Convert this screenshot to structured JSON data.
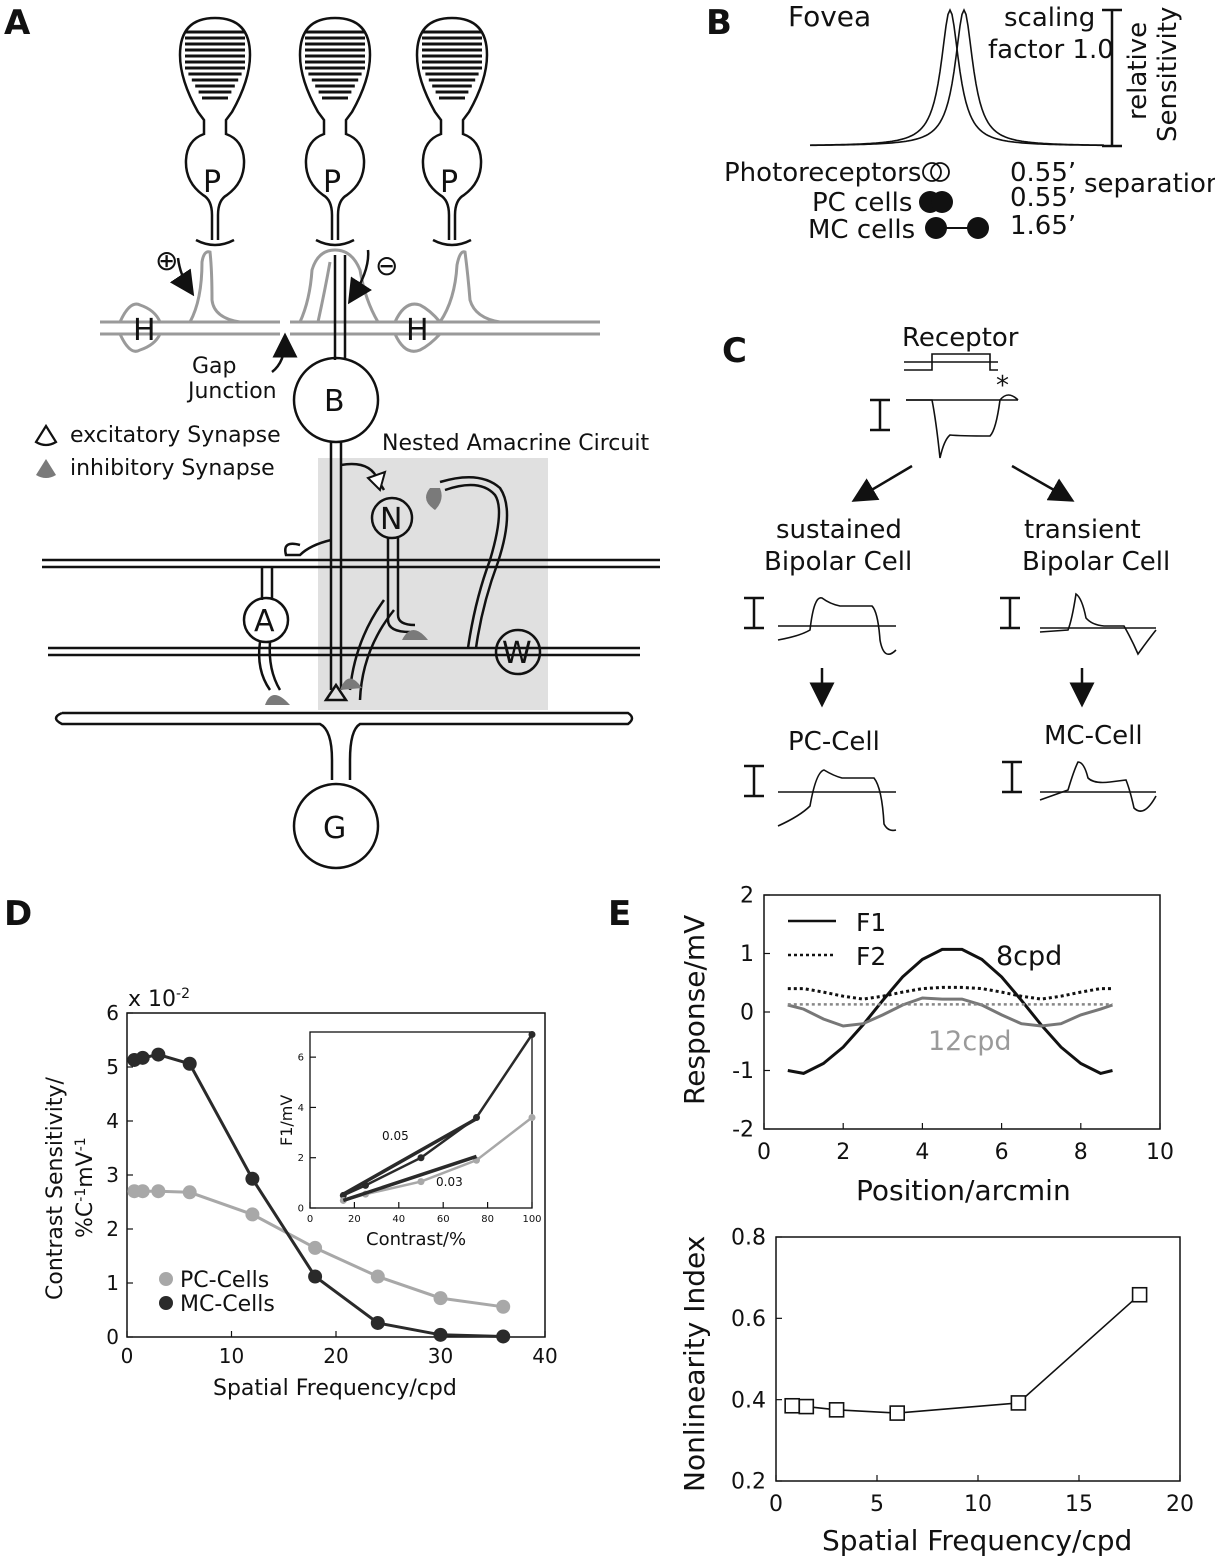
{
  "panels": {
    "a": "A",
    "b": "B",
    "c": "C",
    "d": "D",
    "e": "E"
  },
  "panel_a": {
    "cells": {
      "p": "P",
      "h": "H",
      "b": "B",
      "n": "N",
      "a": "A",
      "w": "W",
      "g": "G"
    },
    "plus_sign": "⊕",
    "minus_sign": "⊖",
    "gap_junction_1": "Gap",
    "gap_junction_2": "Junction",
    "legend_excitatory": "excitatory Synapse",
    "legend_inhibitory": "inhibitory Synapse",
    "nested_circuit": "Nested Amacrine Circuit",
    "colors": {
      "circuit_box": "#e0e0e0",
      "horizontal_cell": "#9a9a9a",
      "inhibitory": "#7a7a7a"
    }
  },
  "panel_b": {
    "title": "Fovea",
    "scaling_1": "scaling",
    "scaling_2": "factor 1.0",
    "axis_1": "relative",
    "axis_2": "Sensitivity",
    "rows": [
      {
        "label": "Photoreceptors",
        "value": "0.55’"
      },
      {
        "label": "PC cells",
        "value": "0.55’"
      },
      {
        "label": "MC cells",
        "value": "1.65’"
      }
    ],
    "separation": "separation"
  },
  "panel_c": {
    "receptor": "Receptor",
    "asterisk": "*",
    "sustained_1": "sustained",
    "sustained_2": "Bipolar Cell",
    "transient_1": "transient",
    "transient_2": "Bipolar Cell",
    "pc_cell": "PC-Cell",
    "mc_cell": "MC-Cell"
  },
  "chart_data": [
    {
      "id": "d-main",
      "type": "line",
      "xlabel": "Spatial Frequency/cpd",
      "ylabel_1": "Contrast Sensitivity/",
      "ylabel_2": "%C",
      "ylabel_2_sup": "-1",
      "ylabel_2_mid": "mV",
      "ylabel_2_sup2": "-1",
      "multiplier": "x 10",
      "multiplier_sup": "-2",
      "xlim": [
        0,
        40
      ],
      "ylim": [
        0,
        6
      ],
      "xticks": [
        "0",
        "10",
        "20",
        "30",
        "40"
      ],
      "yticks": [
        "0",
        "1",
        "2",
        "3",
        "4",
        "5",
        "6"
      ],
      "series": [
        {
          "name": "PC-Cells",
          "color": "#a8a8a8",
          "x": [
            0.7,
            1.5,
            3,
            6,
            12,
            18,
            24,
            30,
            36
          ],
          "y": [
            2.7,
            2.7,
            2.7,
            2.68,
            2.27,
            1.65,
            1.12,
            0.72,
            0.56
          ]
        },
        {
          "name": "MC-Cells",
          "color": "#2a2a2a",
          "x": [
            0.7,
            1.5,
            3,
            6,
            12,
            18,
            24,
            30,
            36
          ],
          "y": [
            5.13,
            5.17,
            5.23,
            5.06,
            2.93,
            1.12,
            0.26,
            0.04,
            0.01
          ]
        }
      ]
    },
    {
      "id": "d-inset",
      "type": "line",
      "xlabel": "Contrast/%",
      "ylabel": "F1/mV",
      "xlim": [
        0,
        100
      ],
      "ylim": [
        0,
        7
      ],
      "xticks": [
        "0",
        "20",
        "40",
        "60",
        "80",
        "100"
      ],
      "yticks": [
        "0",
        "2",
        "4",
        "6"
      ],
      "annotations": [
        "0.05",
        "0.03"
      ],
      "series": [
        {
          "color": "#2a2a2a",
          "x": [
            15,
            25,
            50,
            75,
            100
          ],
          "y": [
            0.5,
            0.9,
            2.0,
            3.6,
            6.9
          ]
        },
        {
          "color": "#a8a8a8",
          "x": [
            15,
            25,
            50,
            75,
            100
          ],
          "y": [
            0.3,
            0.55,
            1.05,
            1.9,
            3.6
          ]
        }
      ],
      "fits": [
        {
          "color": "#2a2a2a",
          "x": [
            15,
            75
          ],
          "y": [
            0.55,
            3.55
          ]
        },
        {
          "color": "#2a2a2a",
          "x": [
            15,
            75
          ],
          "y": [
            0.3,
            2.05
          ]
        }
      ]
    },
    {
      "id": "e-top",
      "type": "line",
      "xlabel": "Position/arcmin",
      "ylabel": "Response/mV",
      "xlim": [
        0,
        10
      ],
      "ylim": [
        -2,
        2
      ],
      "xticks": [
        "0",
        "2",
        "4",
        "6",
        "8",
        "10"
      ],
      "yticks": [
        "-2",
        "-1",
        "0",
        "1",
        "2"
      ],
      "legend": [
        "F1",
        "F2"
      ],
      "labels": [
        "8cpd",
        "12cpd"
      ],
      "series": [
        {
          "style": "solid-black",
          "x": [
            0.6,
            1.0,
            1.5,
            2.0,
            2.5,
            3.0,
            3.5,
            4.0,
            4.5,
            5.0,
            5.5,
            6.0,
            6.5,
            7.0,
            7.5,
            8.0,
            8.5,
            8.8
          ],
          "y": [
            -1.0,
            -1.05,
            -0.88,
            -0.6,
            -0.22,
            0.2,
            0.6,
            0.9,
            1.07,
            1.07,
            0.9,
            0.6,
            0.2,
            -0.22,
            -0.6,
            -0.88,
            -1.05,
            -1.0
          ]
        },
        {
          "style": "dotted-black",
          "x": [
            0.6,
            1.0,
            1.5,
            2.0,
            2.5,
            3.0,
            3.5,
            4.0,
            4.5,
            5.0,
            5.5,
            6.0,
            6.5,
            7.0,
            7.5,
            8.0,
            8.5,
            8.8
          ],
          "y": [
            0.4,
            0.4,
            0.34,
            0.27,
            0.22,
            0.27,
            0.34,
            0.4,
            0.42,
            0.42,
            0.4,
            0.34,
            0.27,
            0.22,
            0.27,
            0.34,
            0.4,
            0.4
          ]
        },
        {
          "style": "solid-gray",
          "x": [
            0.6,
            1.0,
            1.5,
            2.0,
            2.5,
            3.0,
            3.5,
            4.0,
            4.5,
            5.0,
            5.5,
            6.0,
            6.5,
            7.0,
            7.5,
            8.0,
            8.5,
            8.8
          ],
          "y": [
            0.12,
            0.05,
            -0.12,
            -0.24,
            -0.2,
            -0.05,
            0.12,
            0.24,
            0.22,
            0.22,
            0.12,
            -0.05,
            -0.2,
            -0.24,
            -0.2,
            -0.05,
            0.05,
            0.12
          ]
        },
        {
          "style": "dotted-gray",
          "x": [
            0.6,
            8.8
          ],
          "y": [
            0.13,
            0.13
          ]
        }
      ]
    },
    {
      "id": "e-bottom",
      "type": "line",
      "xlabel": "Spatial Frequency/cpd",
      "ylabel": "Nonlinearity Index",
      "xlim": [
        0,
        20
      ],
      "ylim": [
        0.2,
        0.8
      ],
      "xticks": [
        "0",
        "5",
        "10",
        "15",
        "20"
      ],
      "yticks": [
        "0.2",
        "0.4",
        "0.6",
        "0.8"
      ],
      "series": [
        {
          "marker": "square",
          "x": [
            0.8,
            1.5,
            3,
            6,
            12,
            18
          ],
          "y": [
            0.385,
            0.383,
            0.375,
            0.367,
            0.392,
            0.658
          ]
        }
      ]
    }
  ]
}
